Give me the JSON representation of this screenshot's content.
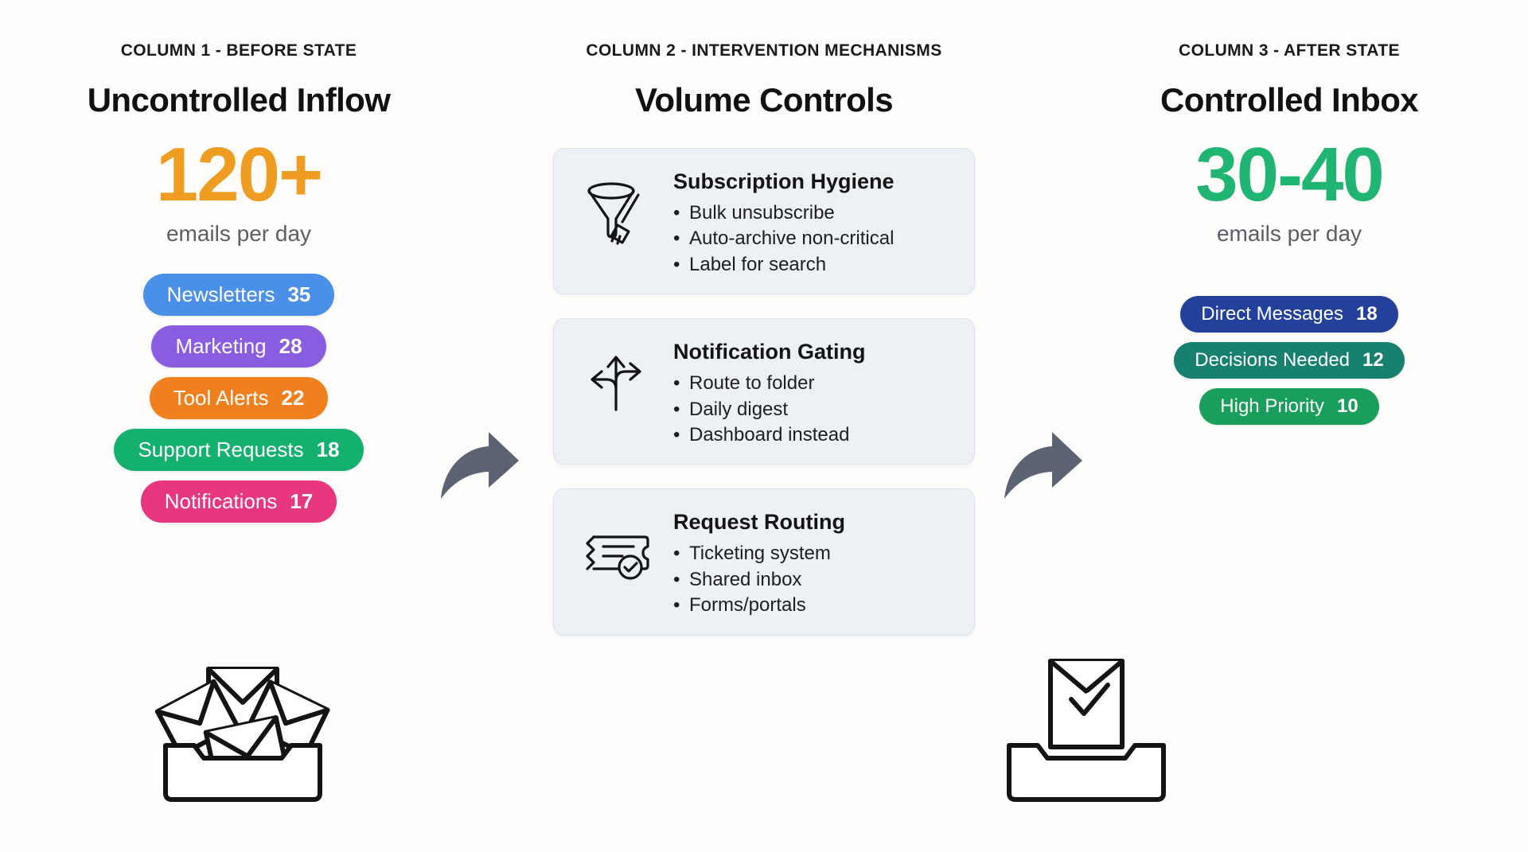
{
  "columns": [
    {
      "kicker": "COLUMN 1 - BEFORE STATE",
      "heading": "Uncontrolled Inflow",
      "bignum": "120+",
      "bignum_color": "#EE9D22",
      "subcap": "emails per day",
      "pills": [
        {
          "label": "Newsletters",
          "value": "35",
          "color": "#4A90E8"
        },
        {
          "label": "Marketing",
          "value": "28",
          "color": "#8A5CE0"
        },
        {
          "label": "Tool Alerts",
          "value": "22",
          "color": "#F0801E"
        },
        {
          "label": "Support Requests",
          "value": "18",
          "color": "#14B06E"
        },
        {
          "label": "Notifications",
          "value": "17",
          "color": "#E8377F"
        }
      ],
      "illustration": "overflowing-inbox-icon"
    },
    {
      "kicker": "COLUMN 2 - INTERVENTION MECHANISMS",
      "heading": "Volume Controls",
      "cards": [
        {
          "title": "Subscription Hygiene",
          "icon": "funnel-broom-icon",
          "items": [
            "Bulk unsubscribe",
            "Auto-archive non-critical",
            "Label for search"
          ]
        },
        {
          "title": "Notification Gating",
          "icon": "route-split-arrows-icon",
          "items": [
            "Route to folder",
            "Daily digest",
            "Dashboard instead"
          ]
        },
        {
          "title": "Request Routing",
          "icon": "ticket-check-icon",
          "items": [
            "Ticketing system",
            "Shared inbox",
            "Forms/portals"
          ]
        }
      ]
    },
    {
      "kicker": "COLUMN 3 - AFTER STATE",
      "heading": "Controlled Inbox",
      "bignum": "30-40",
      "bignum_color": "#21B573",
      "subcap": "emails per day",
      "pills": [
        {
          "label": "Direct Messages",
          "value": "18",
          "color": "#23409A"
        },
        {
          "label": "Decisions Needed",
          "value": "12",
          "color": "#18806F"
        },
        {
          "label": "High Priority",
          "value": "10",
          "color": "#199E5C"
        }
      ],
      "illustration": "organized-inbox-check-icon"
    }
  ],
  "connectors": [
    {
      "name": "arrow-col1-to-col2",
      "color": "#5C6473"
    },
    {
      "name": "arrow-col2-to-col3",
      "color": "#5C6473"
    }
  ],
  "palette": {
    "background": "#FEFDFB",
    "card_bg": "#EDF0F4",
    "card_border": "#DEE3EA",
    "text": "#111111",
    "muted_text": "#5A5F66",
    "arrow": "#5C6473",
    "line_art": "#141414"
  }
}
